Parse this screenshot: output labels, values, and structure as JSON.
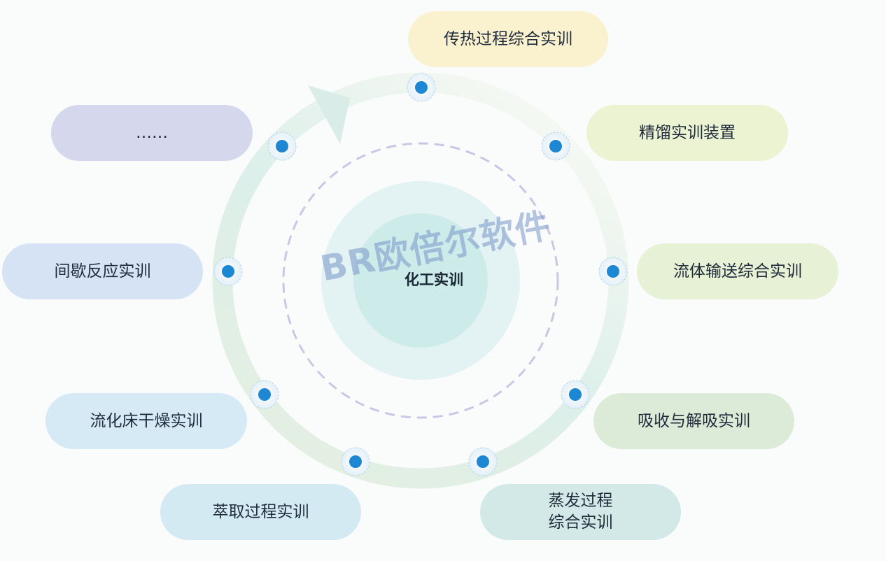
{
  "center": {
    "label": "化工实训"
  },
  "watermark": {
    "text": "BR欧倍尔软件"
  },
  "nodes": [
    {
      "label": "传热过程综合实训",
      "fill": "#faf1cf"
    },
    {
      "label": "精馏实训装置",
      "fill": "#ecf3d3"
    },
    {
      "label": "流体输送综合实训",
      "fill": "#e7f1d5"
    },
    {
      "label": "吸收与解吸实训",
      "fill": "#dcebd8"
    },
    {
      "label": "蒸发过程\n综合实训",
      "fill": "#d3e9e7"
    },
    {
      "label": "萃取过程实训",
      "fill": "#d4eaf3"
    },
    {
      "label": "流化床干燥实训",
      "fill": "#d6eaf6"
    },
    {
      "label": "间歇反应实训",
      "fill": "#d5e3f5"
    },
    {
      "label": "……",
      "fill": "#d5d7ec"
    }
  ],
  "colors": {
    "node_dot": "#1d87d4",
    "ring": "#dfece4",
    "dashed_circle": "#cbc6e6",
    "inner_circle": "#e3f2f2",
    "core_circle": "#cdebe9"
  }
}
